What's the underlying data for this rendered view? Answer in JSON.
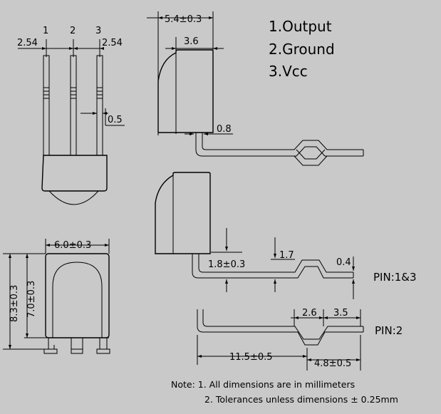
{
  "pin_legend": [
    "1.Output",
    "2.Ground",
    "3.Vcc"
  ],
  "pin_numbers": [
    "1",
    "2",
    "3"
  ],
  "dimensions": {
    "pitch_left": "2.54",
    "pitch_right": "2.54",
    "lead_width": "0.5",
    "overall_width": "5.4±0.3",
    "body_width": "3.6",
    "lead_thickness": "0.8",
    "front_width": "6.0±0.3",
    "height_total": "8.3±0.3",
    "height_body": "7.0±0.3",
    "bend_height": "1.8±0.3",
    "kink_height": "1.7",
    "offset": "0.4",
    "kink_width": "2.6",
    "kink_to_end": "3.5",
    "lead_length": "11.5±0.5",
    "end_length": "4.8±0.5"
  },
  "pin_labels": {
    "pins_1_3": "PIN:1&3",
    "pin_2": "PIN:2"
  },
  "notes": {
    "line1": "Note: 1. All dimensions are in millimeters",
    "line2": "2. Tolerances unless dimensions ± 0.25mm"
  }
}
